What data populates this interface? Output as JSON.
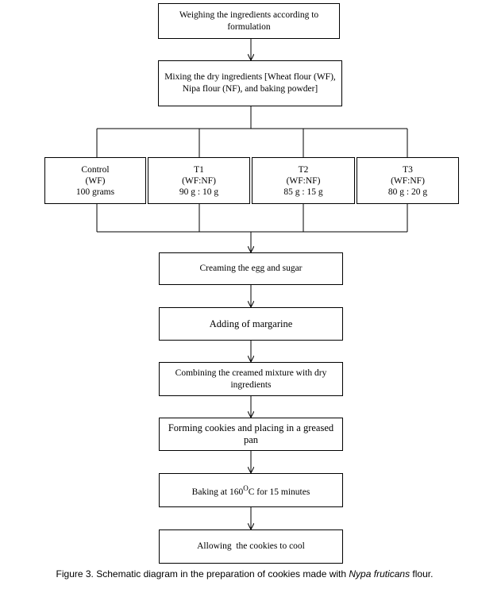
{
  "steps": {
    "weighing": "Weighing the ingredients according to formulation",
    "mixing": "Mixing the dry ingredients [Wheat flour (WF), Nipa flour (NF), and baking powder]",
    "creaming": "Creaming the egg and sugar",
    "adding": "Adding of margarine",
    "combining": "Combining the creamed mixture with dry ingredients",
    "forming": "Forming cookies and placing in a greased pan",
    "baking": {
      "prefix": "Baking at 160",
      "superscript": "O",
      "suffix": "C for 15 minutes"
    },
    "cooling": "Allowing  the cookies to cool"
  },
  "treatments": [
    {
      "name": "Control",
      "ratio_label": "(WF)",
      "amount": "100 grams"
    },
    {
      "name": "T1",
      "ratio_label": "(WF:NF)",
      "amount": "90 g : 10 g"
    },
    {
      "name": "T2",
      "ratio_label": "(WF:NF)",
      "amount": "85 g : 15 g"
    },
    {
      "name": "T3",
      "ratio_label": "(WF:NF)",
      "amount": "80 g : 20 g"
    }
  ],
  "caption": {
    "prefix": "Figure 3. Schematic diagram in the preparation of cookies made with ",
    "species": "Nypa fruticans",
    "suffix": " flour."
  }
}
